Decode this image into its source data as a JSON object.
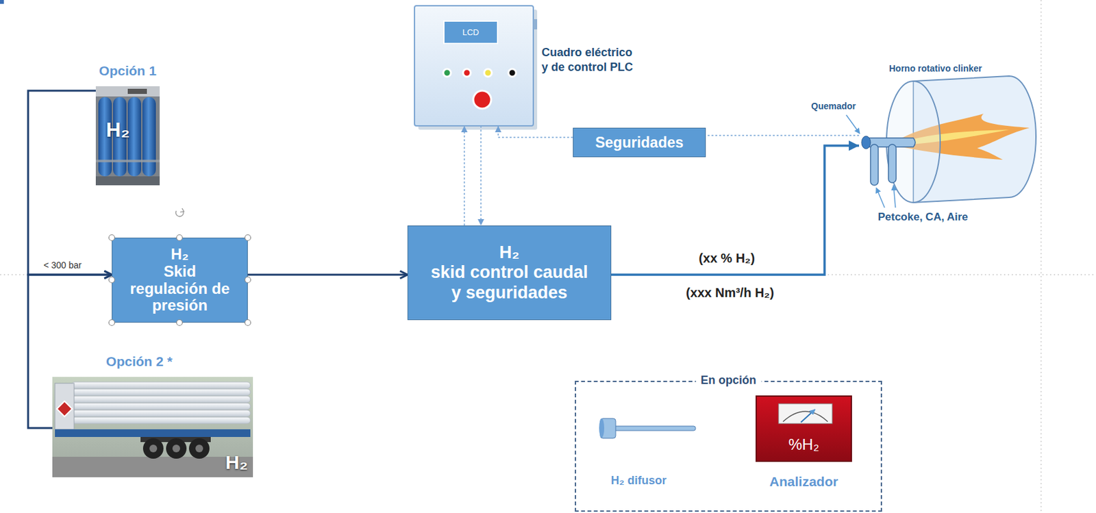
{
  "diagram": {
    "nodes": [
      {
        "text": [
          "Opción 1",
          "H₂"
        ]
      },
      {
        "text": [
          "LCD",
          "Cuadro eléctrico y de control PLC"
        ]
      },
      {
        "text": [
          "Horno rotativo clinker"
        ]
      },
      {
        "text": [
          "Seguridades"
        ]
      },
      {
        "text": [
          "H₂",
          "Skid regulación de presión"
        ]
      },
      {
        "text": [
          "H₂",
          "skid control caudal y seguridades"
        ]
      },
      {
        "text": [
          "Opción 2 *",
          "H₂"
        ]
      },
      {
        "text": [
          "En opción"
        ]
      },
      {
        "text": [
          "%H₂",
          "Analizador"
        ],
        "in": 7
      }
    ],
    "edges": [
      {
        "from": 0,
        "to": 4,
        "arrow": "to"
      },
      {
        "from": 6,
        "to": 4,
        "arrow": "to"
      },
      {
        "from": 4,
        "to": 5,
        "arrow": "to"
      },
      {
        "from": 5,
        "to": 2,
        "label": "(xx % H₂)",
        "arrow": "to"
      },
      {
        "from": 5,
        "to": 1,
        "arrow": "to"
      },
      {
        "from": 1,
        "to": 5,
        "arrow": "to"
      },
      {
        "from": 2,
        "to": 3,
        "arrow": "none"
      },
      {
        "from": 3,
        "to": 1,
        "arrow": "to"
      }
    ],
    "labels": [
      "Quemador",
      "Petcoke, CA, Aire",
      "< 300 bar",
      "(xxx Nm³/h H₂)",
      "H₂ difusor"
    ]
  }
}
